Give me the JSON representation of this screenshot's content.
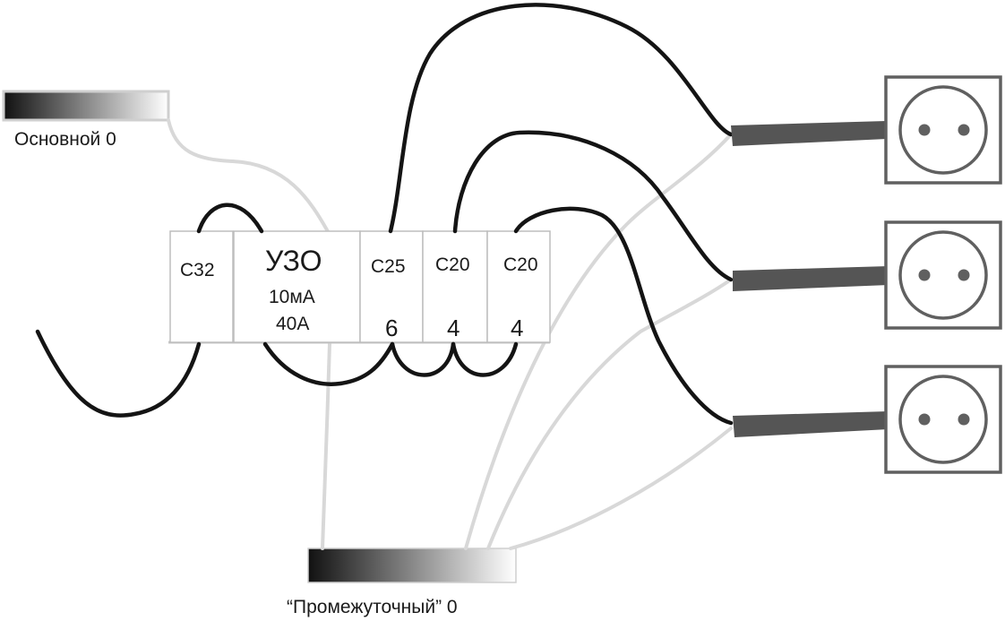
{
  "neutral_main": {
    "label": "Основной 0"
  },
  "neutral_intermediate": {
    "label": "“Промежуточный” 0"
  },
  "breakers": [
    {
      "id": "c32",
      "rating": "C32",
      "size": ""
    },
    {
      "id": "rcd",
      "rating": "УЗО",
      "line1": "10мА",
      "line2": "40А"
    },
    {
      "id": "c25",
      "rating": "C25",
      "size": "6"
    },
    {
      "id": "c20a",
      "rating": "C20",
      "size": "4"
    },
    {
      "id": "c20b",
      "rating": "C20",
      "size": "4"
    }
  ],
  "sockets": [
    {
      "id": "socket-1"
    },
    {
      "id": "socket-2"
    },
    {
      "id": "socket-3"
    }
  ],
  "colors": {
    "phase_wire": "#141414",
    "neutral_wire": "#d8d8d8",
    "cable": "#555555",
    "socket_outline": "#606060",
    "bus_gradient_start": "#1a1a1a",
    "bus_gradient_end": "#ffffff"
  }
}
